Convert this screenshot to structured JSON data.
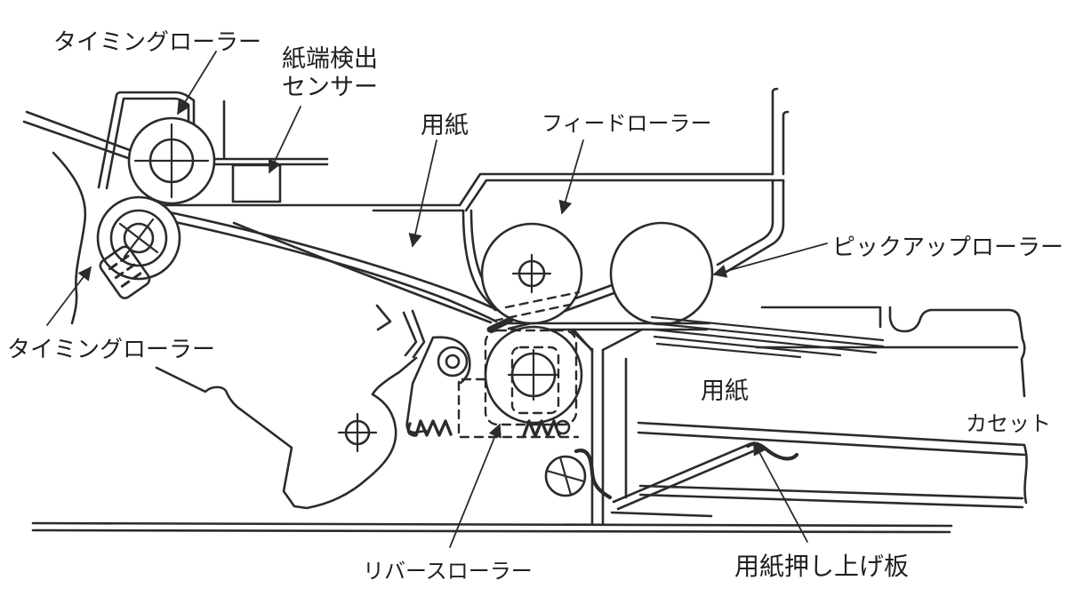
{
  "diagram": {
    "type": "printer-paper-feed-mechanism-cross-section",
    "colors": {
      "line": "#2b2b2b",
      "background": "#ffffff",
      "text": "#1f1f1f"
    },
    "labels": {
      "timing_roller_top": "タイミングローラー",
      "paper_edge_sensor": {
        "line1": "紙端検出",
        "line2": "センサー"
      },
      "paper_upper": "用紙",
      "feed_roller": "フィードローラー",
      "pickup_roller": "ピックアップローラー",
      "timing_roller_left": "タイミングローラー",
      "paper_cassette": "用紙",
      "cassette": "カセット",
      "reverse_roller": "リバースローラー",
      "paper_lift_plate": "用紙押し上げ板"
    }
  }
}
